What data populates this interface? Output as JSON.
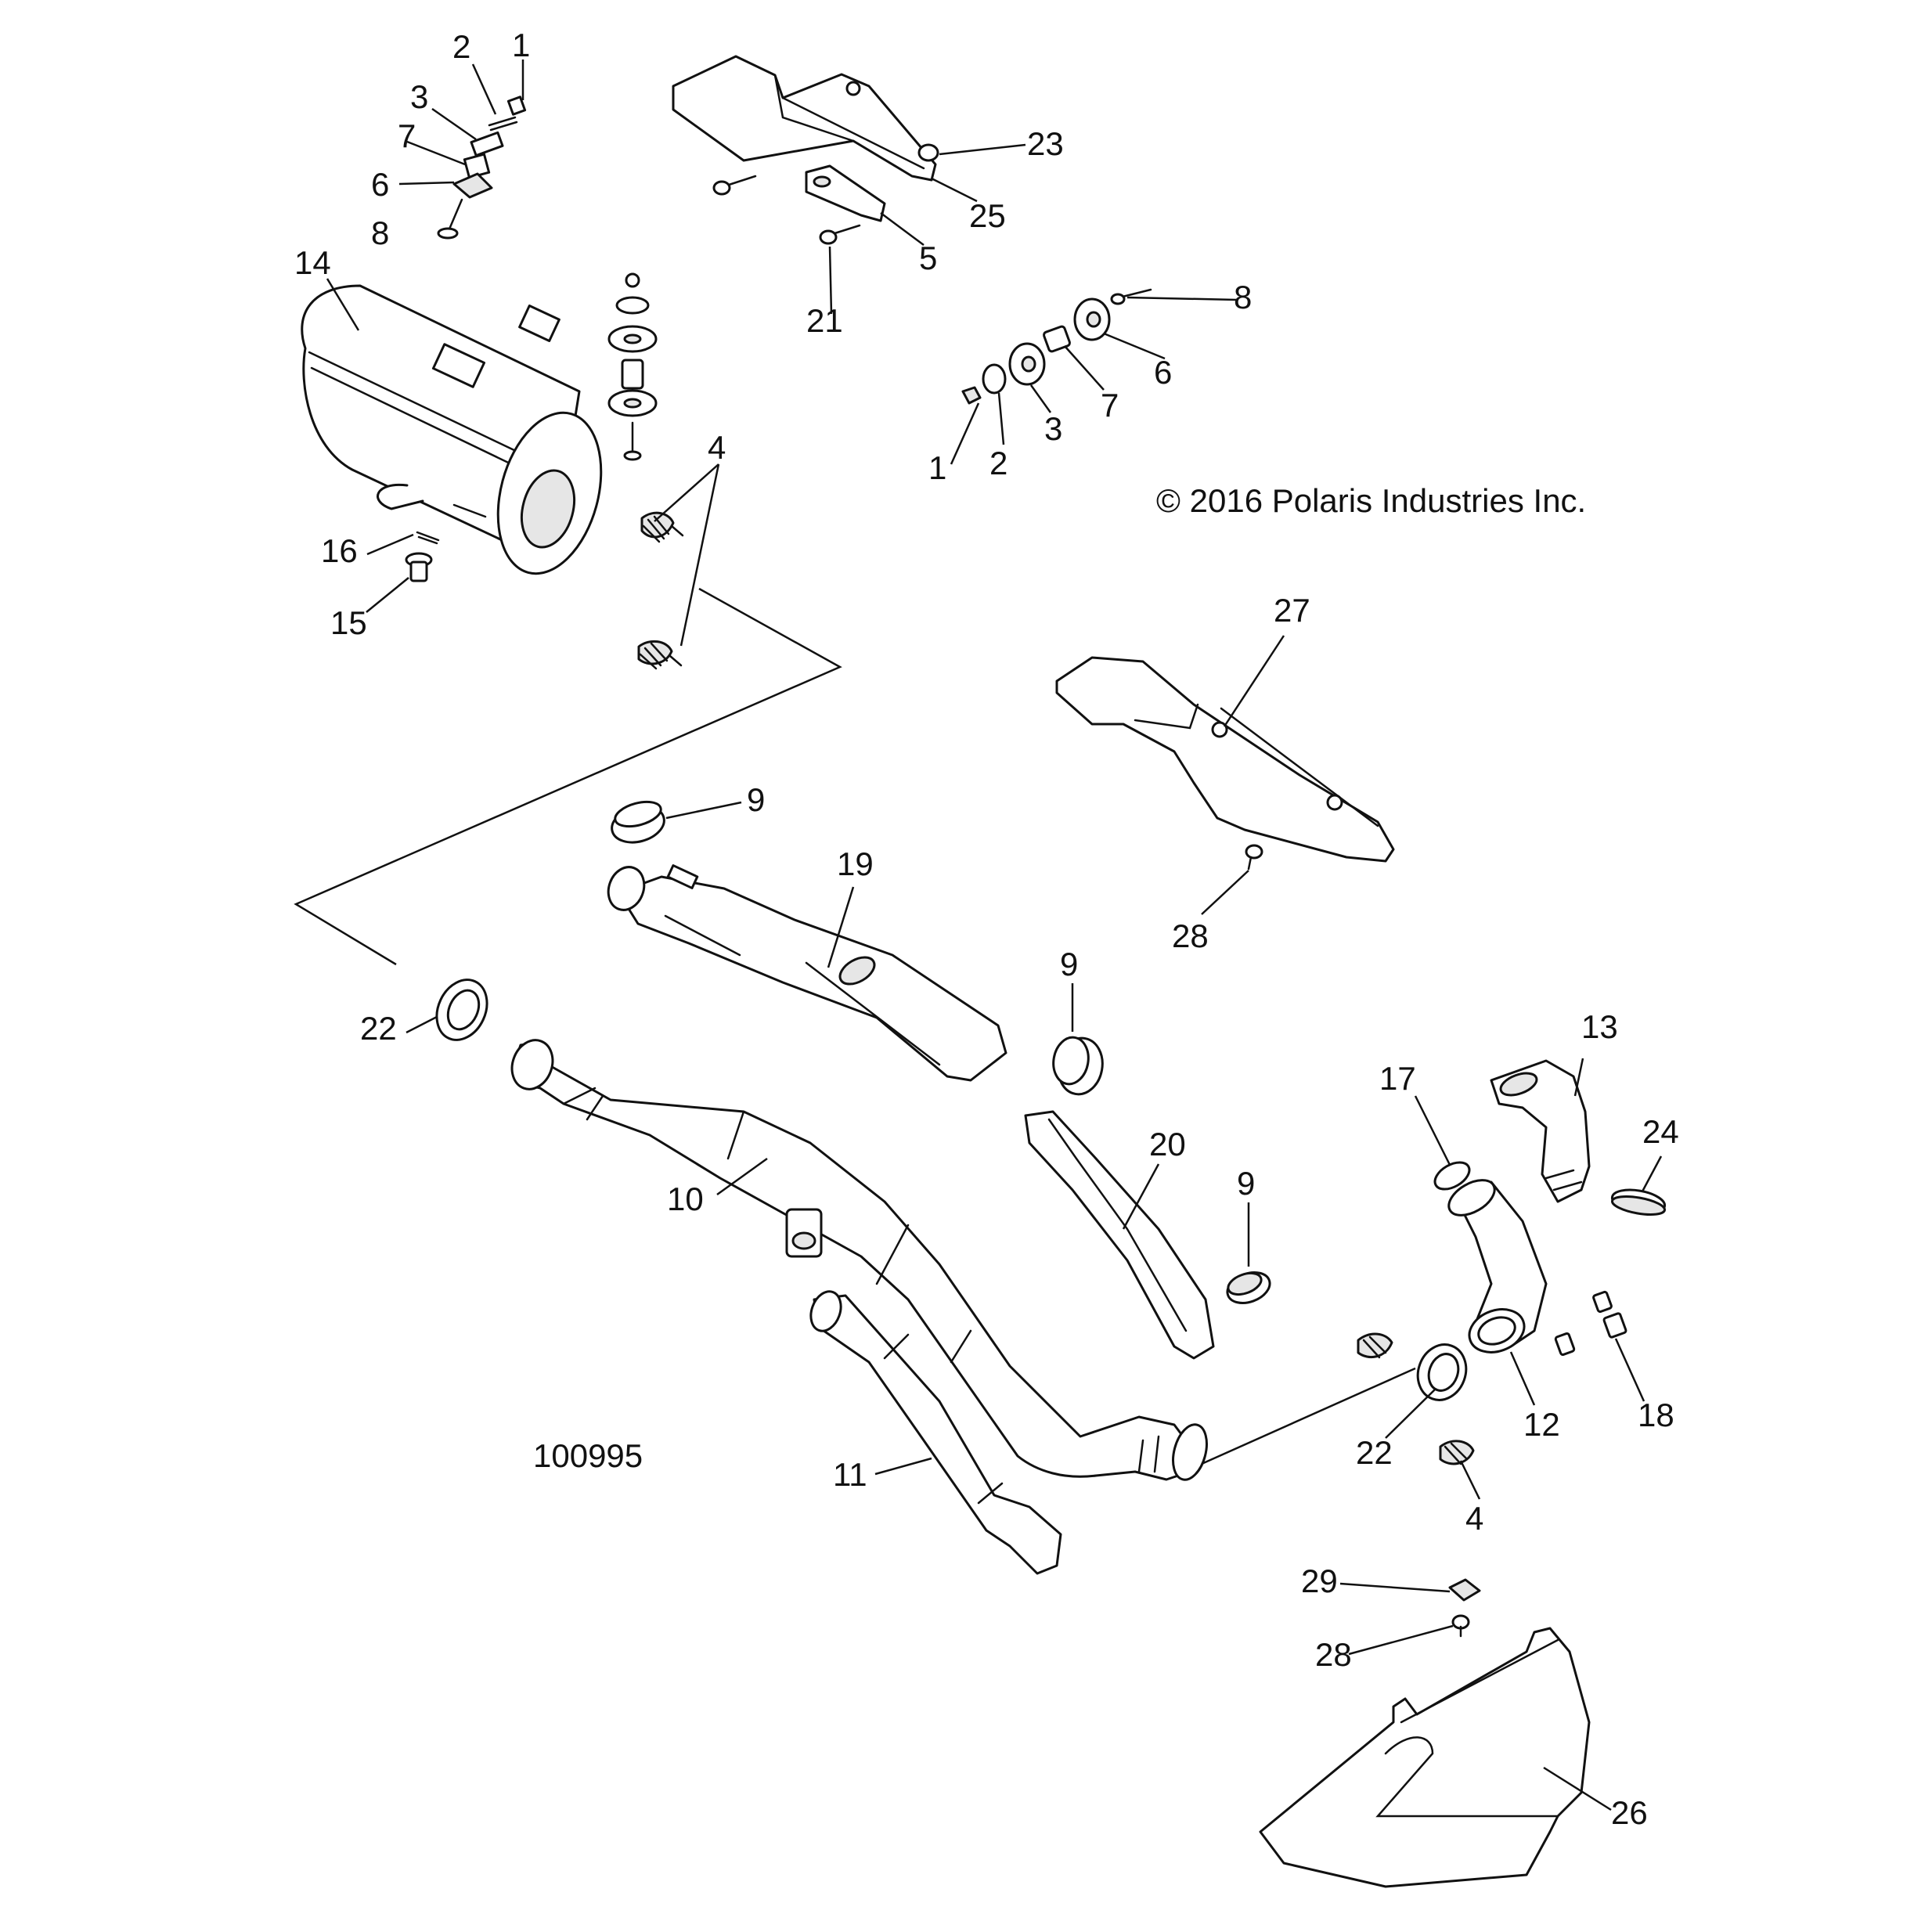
{
  "diagram": {
    "copyright": "© 2016 Polaris Industries Inc.",
    "figure_number": "100995",
    "callouts": {
      "c1a": "1",
      "c2a": "2",
      "c3a": "3",
      "c7a": "7",
      "c6a": "6",
      "c8a": "8",
      "c14": "14",
      "c16": "16",
      "c15": "15",
      "c4a": "4",
      "c23": "23",
      "c25": "25",
      "c5": "5",
      "c21": "21",
      "c8b": "8",
      "c6b": "6",
      "c7b": "7",
      "c3b": "3",
      "c2b": "2",
      "c1b": "1",
      "c27": "27",
      "c28a": "28",
      "c9a": "9",
      "c19": "19",
      "c9b": "9",
      "c22a": "22",
      "c10": "10",
      "c20": "20",
      "c9c": "9",
      "c17": "17",
      "c13": "13",
      "c24": "24",
      "c18": "18",
      "c12": "12",
      "c22b": "22",
      "c4b": "4",
      "c11": "11",
      "c29": "29",
      "c28b": "28",
      "c26": "26"
    }
  }
}
